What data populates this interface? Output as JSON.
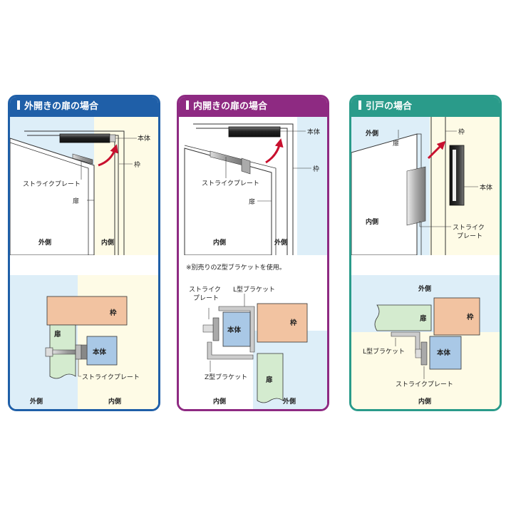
{
  "colors": {
    "panel1": "#1f5fa8",
    "panel2": "#8e2a82",
    "panel3": "#2a9b8a",
    "outside_bg": "#ddeef8",
    "inside_bg": "#fefbe6",
    "frame_fill": "#f2c3a1",
    "door_fill": "#d4ebcf",
    "body_fill": "#a9c8e6",
    "arrow": "#c8102e"
  },
  "panels": [
    {
      "title": "外開きの扉の場合",
      "labels": {
        "body": "本体",
        "frame": "枠",
        "strike": "ストライクプレート",
        "door": "扉",
        "outside": "外側",
        "inside": "内側"
      },
      "detail": {
        "frame": "枠",
        "door": "扉",
        "body": "本体",
        "strike": "ストライクプレート",
        "outside": "外側",
        "inside": "内側"
      }
    },
    {
      "title": "内開きの扉の場合",
      "labels": {
        "body": "本体",
        "frame": "枠",
        "strike": "ストライクプレート",
        "door": "扉",
        "inside": "内側",
        "outside": "外側"
      },
      "note": "※別売りのZ型ブラケットを使用。",
      "detail": {
        "strike_l1": "ストライク",
        "strike_l2": "プレート",
        "lbracket": "L型ブラケット",
        "body": "本体",
        "frame": "枠",
        "zbracket": "Z型ブラケット",
        "door": "扉",
        "inside": "内側",
        "outside": "外側"
      }
    },
    {
      "title": "引戸の場合",
      "labels": {
        "frame": "枠",
        "outside": "外側",
        "door": "扉",
        "body": "本体",
        "inside": "内側",
        "strike_l1": "ストライク",
        "strike_l2": "プレート"
      },
      "detail": {
        "outside": "外側",
        "door": "扉",
        "frame": "枠",
        "lbracket": "L型ブラケット",
        "body": "本体",
        "strike": "ストライクプレート",
        "inside": "内側"
      }
    }
  ]
}
